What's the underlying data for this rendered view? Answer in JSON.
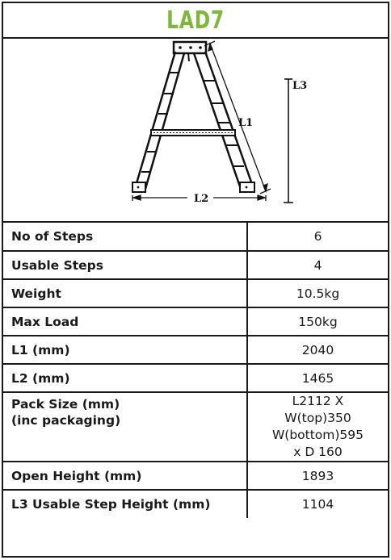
{
  "title": "LAD7",
  "colors": {
    "title": "#7db83a",
    "border": "#1a1a1a"
  },
  "diagram": {
    "label_l1": "L1",
    "label_l2": "L2",
    "label_l3": "L3"
  },
  "specs": [
    {
      "label": "No of Steps",
      "value": "6"
    },
    {
      "label": "Usable Steps",
      "value": "4"
    },
    {
      "label": "Weight",
      "value": "10.5kg"
    },
    {
      "label": "Max Load",
      "value": "150kg"
    },
    {
      "label": "L1 (mm)",
      "value": "2040"
    },
    {
      "label": "L2 (mm)",
      "value": "1465"
    },
    {
      "label_lines": [
        "Pack Size (mm)",
        "(inc packaging)"
      ],
      "value_lines": [
        "L2112 X",
        "W(top)350",
        "W(bottom)595",
        "x D 160"
      ]
    },
    {
      "label": "Open Height (mm)",
      "value": "1893"
    },
    {
      "label": "L3 Usable Step Height (mm)",
      "value": "1104"
    }
  ]
}
